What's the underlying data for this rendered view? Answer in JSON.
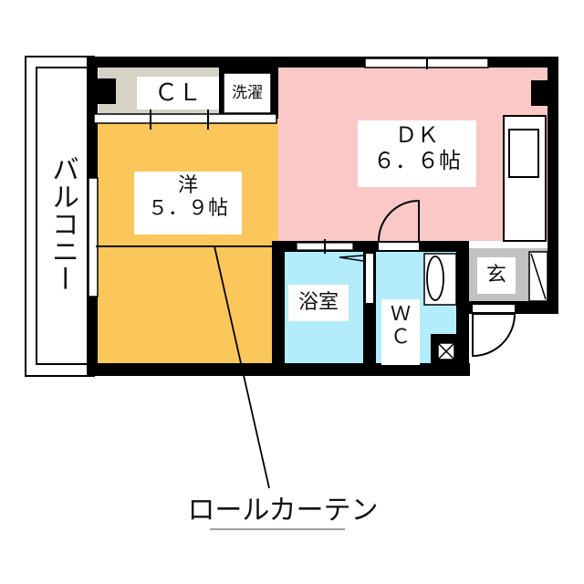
{
  "floorplan": {
    "rooms": {
      "balcony": {
        "label": "バルコニー"
      },
      "closet": {
        "label": "ＣＬ"
      },
      "laundry": {
        "label": "洗濯"
      },
      "western_room": {
        "name": "洋",
        "size": "５．９帖"
      },
      "dk": {
        "name": "ＤＫ",
        "size": "６．６帖"
      },
      "bath": {
        "label": "浴室"
      },
      "wc": {
        "label_line1": "Ｗ",
        "label_line2": "Ｃ"
      },
      "entrance": {
        "label": "玄"
      }
    },
    "annotation": {
      "label": "ロールカーテン"
    },
    "colors": {
      "western_room": "#fcc75a",
      "dk": "#fbc8c8",
      "bath_wc": "#b3ecfa",
      "closet": "#d6d3c6",
      "entrance": "#c2c2c2",
      "wall": "#000000"
    }
  }
}
